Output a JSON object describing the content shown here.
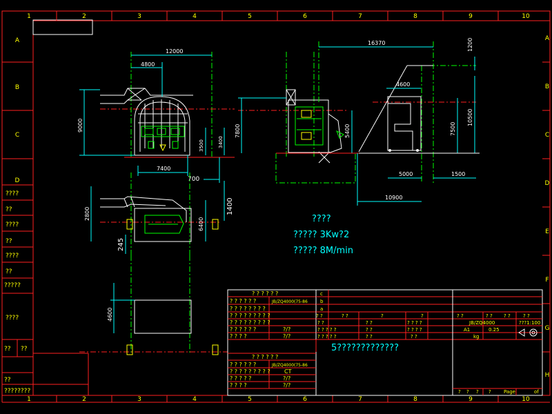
{
  "border": {
    "columns": [
      "1",
      "2",
      "3",
      "4",
      "5",
      "6",
      "7",
      "8",
      "9",
      "10"
    ],
    "rows": [
      "A",
      "B",
      "C",
      "D",
      "E",
      "F",
      "G",
      "H"
    ]
  },
  "left_strip": [
    "????",
    "??",
    "????",
    "??",
    "????",
    "??",
    "?????",
    "????",
    "??",
    "??",
    "??",
    "????????"
  ],
  "dimensions": {
    "front_12000": "12000",
    "front_4800": "4800",
    "front_9000": "9000",
    "front_3500": "3500",
    "front_3400": "3400",
    "front_7400": "7400",
    "front_700": "700",
    "side_7800": "7800",
    "side_5400": "5400",
    "right_16370": "16370",
    "right_1200": "1200",
    "right_4600": "4600",
    "right_7500": "7500",
    "right_10500": "10500",
    "right_5000": "5000",
    "right_1500": "1500",
    "right_10900": "10900",
    "plan_2800": "2800",
    "plan_1400": "1400",
    "plan_6400": "6400",
    "plan_245": "245",
    "lower_4600": "4600"
  },
  "specs": {
    "title": "????",
    "power": "?????   3Kw?2",
    "speed": "?????   8M/min"
  },
  "title_block": {
    "upper_heading": "? ? ? ? ? ?",
    "upper_rows": [
      {
        "label": "? ? ? ? ? ?",
        "value": "JB/ZQ4000(75-86"
      },
      {
        "label": "? ? ? ? ? ? ? ?",
        "value": ""
      },
      {
        "label": "? ? ? ? ? ? ? ? ?",
        "value": ""
      },
      {
        "label": "? ? ? ? ? ? ? ? ?",
        "value": ""
      },
      {
        "label": "? ? ? ? ? ?",
        "value": "?/?"
      },
      {
        "label": "? ? ? ?",
        "value": "?/?"
      }
    ],
    "revisions": [
      "c",
      "b",
      "a"
    ],
    "mid_header": [
      "?   ?",
      "?   ?",
      "?",
      "?"
    ],
    "mid_rows": [
      [
        "?   ?",
        "?   ?",
        "? ? ? ?"
      ],
      [
        "? ? ? ? ?",
        "?   ?",
        "? ? ? ?"
      ],
      [
        "? ? ? ? ?",
        "?   ?",
        "?   ?"
      ]
    ],
    "right_header": [
      "?   ?",
      "?   ?",
      "?   ?",
      "?   ?"
    ],
    "drawing_no": "JB/ZQ4000",
    "scale": "???1:100",
    "size": "A1",
    "weight": "0.25",
    "kg": "kg",
    "title": "5?????????????",
    "lower_heading": "? ? ? ? ? ?",
    "lower_rows": [
      {
        "label": "? ? ? ? ? ?",
        "value": "JB/ZQ4000(75-86"
      },
      {
        "label": "? ? ? ? ? ? ? ? ?",
        "value": "CT"
      },
      {
        "label": "? ? ? ? ?",
        "value": "?/?"
      },
      {
        "label": "? ? ? ?",
        "value": "?/?"
      }
    ],
    "footer": {
      "a": "?",
      "b": "?",
      "c": "?",
      "d": "?",
      "page": "Page",
      "of": "of"
    }
  },
  "colors": {
    "frame": "#ff2020",
    "dimension": "#00ffff",
    "outline": "#ffffff",
    "centerline": "#00ff00",
    "accent": "#ffff00",
    "background": "#000000"
  }
}
